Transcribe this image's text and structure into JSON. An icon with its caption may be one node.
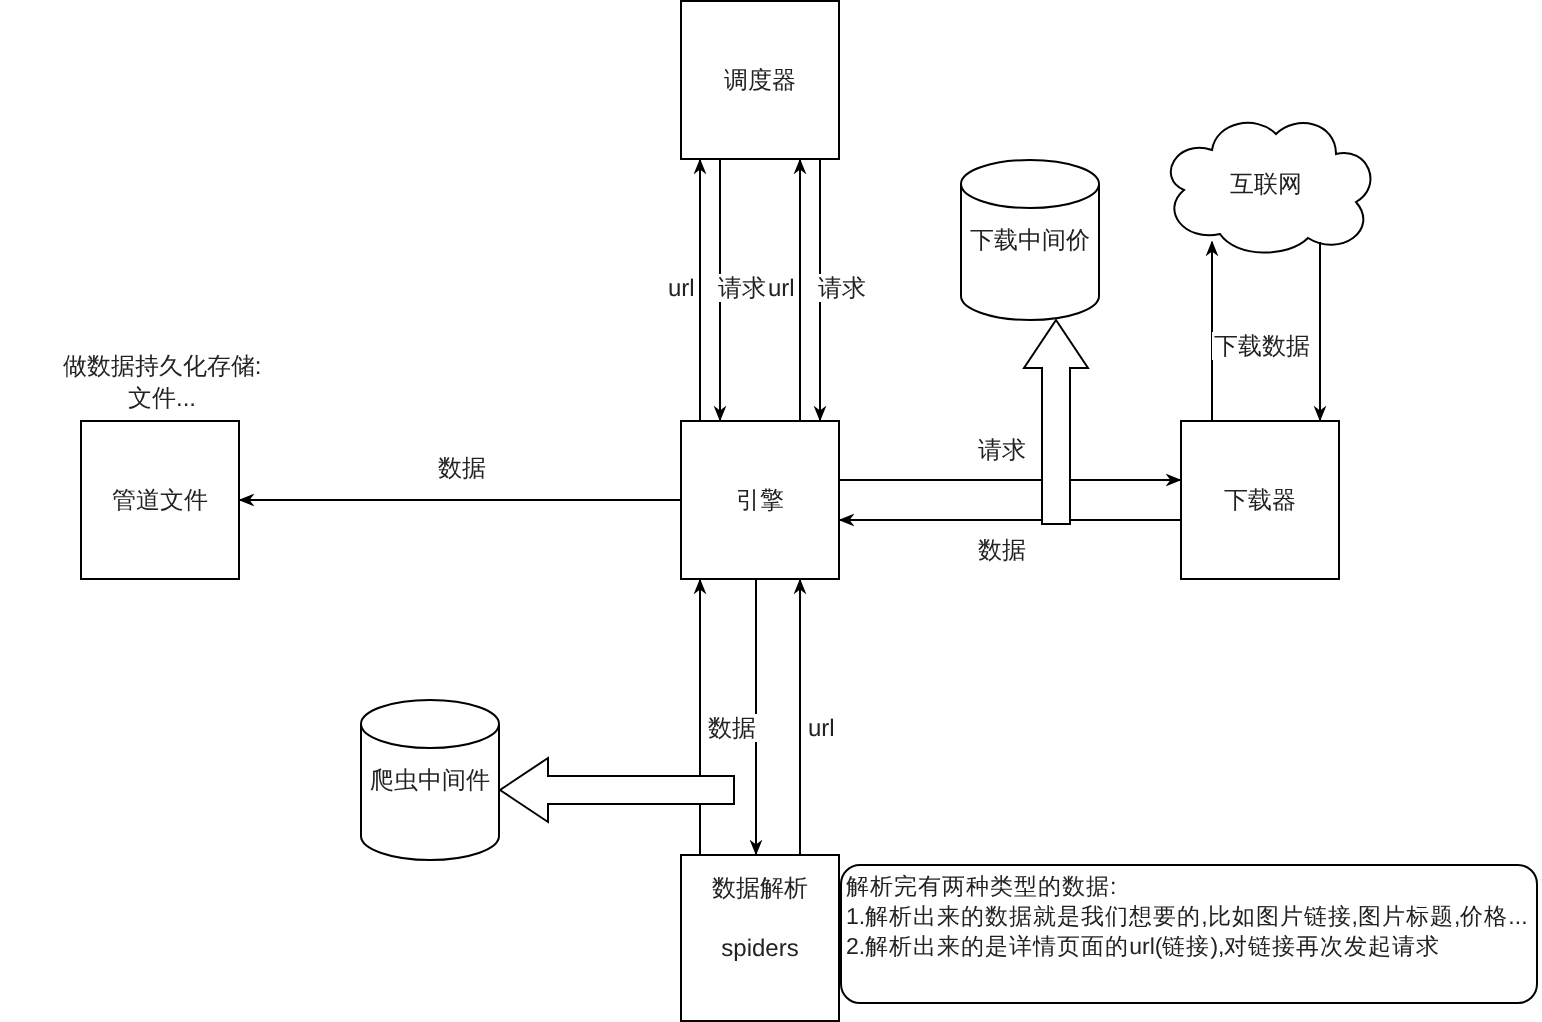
{
  "diagram": {
    "nodes": [
      {
        "text": [
          "调度器"
        ]
      },
      {
        "text": [
          "互联网"
        ]
      },
      {
        "text": [
          "下载中间价"
        ]
      },
      {
        "text": [
          "管道文件"
        ],
        "beside": [
          "做数据持久化存储: 文件..."
        ]
      },
      {
        "text": [
          "引擎"
        ]
      },
      {
        "text": [
          "下载器"
        ]
      },
      {
        "text": [
          "爬虫中间件"
        ]
      },
      {
        "text": [
          "数据解析",
          "spiders"
        ]
      },
      {
        "text": [
          "解析完有两种类型的数据:",
          "1.解析出来的数据就是我们想要的,比如图片链接,图片标题,价格...",
          "2.解析出来的是详情页面的url(链接),对链接再次发起请求"
        ]
      }
    ],
    "edges": [
      {
        "from": 4,
        "to": 0,
        "arrow": "to",
        "label": "url"
      },
      {
        "from": 0,
        "to": 4,
        "arrow": "to",
        "label": "请求"
      },
      {
        "from": 4,
        "to": 0,
        "arrow": "to",
        "label": "url"
      },
      {
        "from": 0,
        "to": 4,
        "arrow": "to",
        "label": "请求"
      },
      {
        "from": 4,
        "to": 3,
        "arrow": "to",
        "label": "数据"
      },
      {
        "from": 4,
        "to": 5,
        "arrow": "to",
        "label": "请求"
      },
      {
        "from": 5,
        "to": 4,
        "arrow": "to",
        "label": "数据"
      },
      {
        "from": null,
        "to": 2,
        "arrow": "to",
        "style": "thick"
      },
      {
        "from": 5,
        "to": 1,
        "arrow": "to",
        "label": "下载数据"
      },
      {
        "from": 1,
        "to": 5,
        "arrow": "to"
      },
      {
        "from": 7,
        "to": 4,
        "arrow": "to",
        "label": "数据"
      },
      {
        "from": 4,
        "to": 7,
        "arrow": "to"
      },
      {
        "from": 7,
        "to": 4,
        "arrow": "to",
        "label": "url"
      },
      {
        "from": null,
        "to": 6,
        "arrow": "to",
        "style": "thick"
      }
    ]
  }
}
